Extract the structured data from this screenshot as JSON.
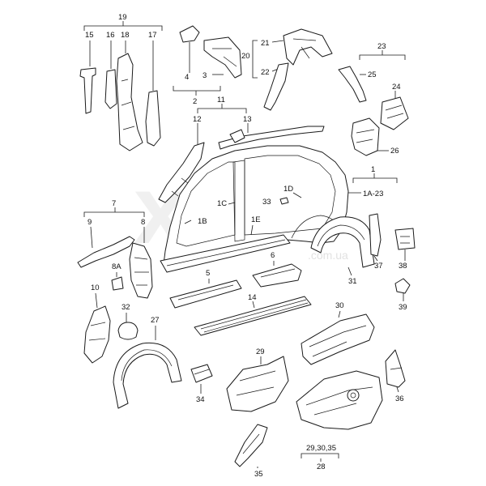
{
  "watermark": {
    "main": "xpr",
    "sub": ".com.ua"
  },
  "labels": {
    "l19": "19",
    "l15": "15",
    "l16": "16",
    "l18": "18",
    "l17": "17",
    "l4": "4",
    "l3": "3",
    "l2": "2",
    "l21": "21",
    "l20": "20",
    "l22": "22",
    "l23": "23",
    "l25": "25",
    "l24": "24",
    "l26": "26",
    "l11": "11",
    "l12": "12",
    "l13": "13",
    "l1": "1",
    "l1D": "1D",
    "l33": "33",
    "l1A23": "1A-23",
    "l1C": "1C",
    "l1B": "1B",
    "l1E": "1E",
    "l7": "7",
    "l9": "9",
    "l8": "8",
    "l8A": "8A",
    "l37": "37",
    "l38": "38",
    "l31": "31",
    "l5": "5",
    "l6": "6",
    "l10": "10",
    "l39": "39",
    "l32": "32",
    "l14": "14",
    "l27": "27",
    "l30": "30",
    "l29": "29",
    "l34": "34",
    "l36": "36",
    "l35": "35",
    "l293035": "29,30,35",
    "l28": "28"
  }
}
